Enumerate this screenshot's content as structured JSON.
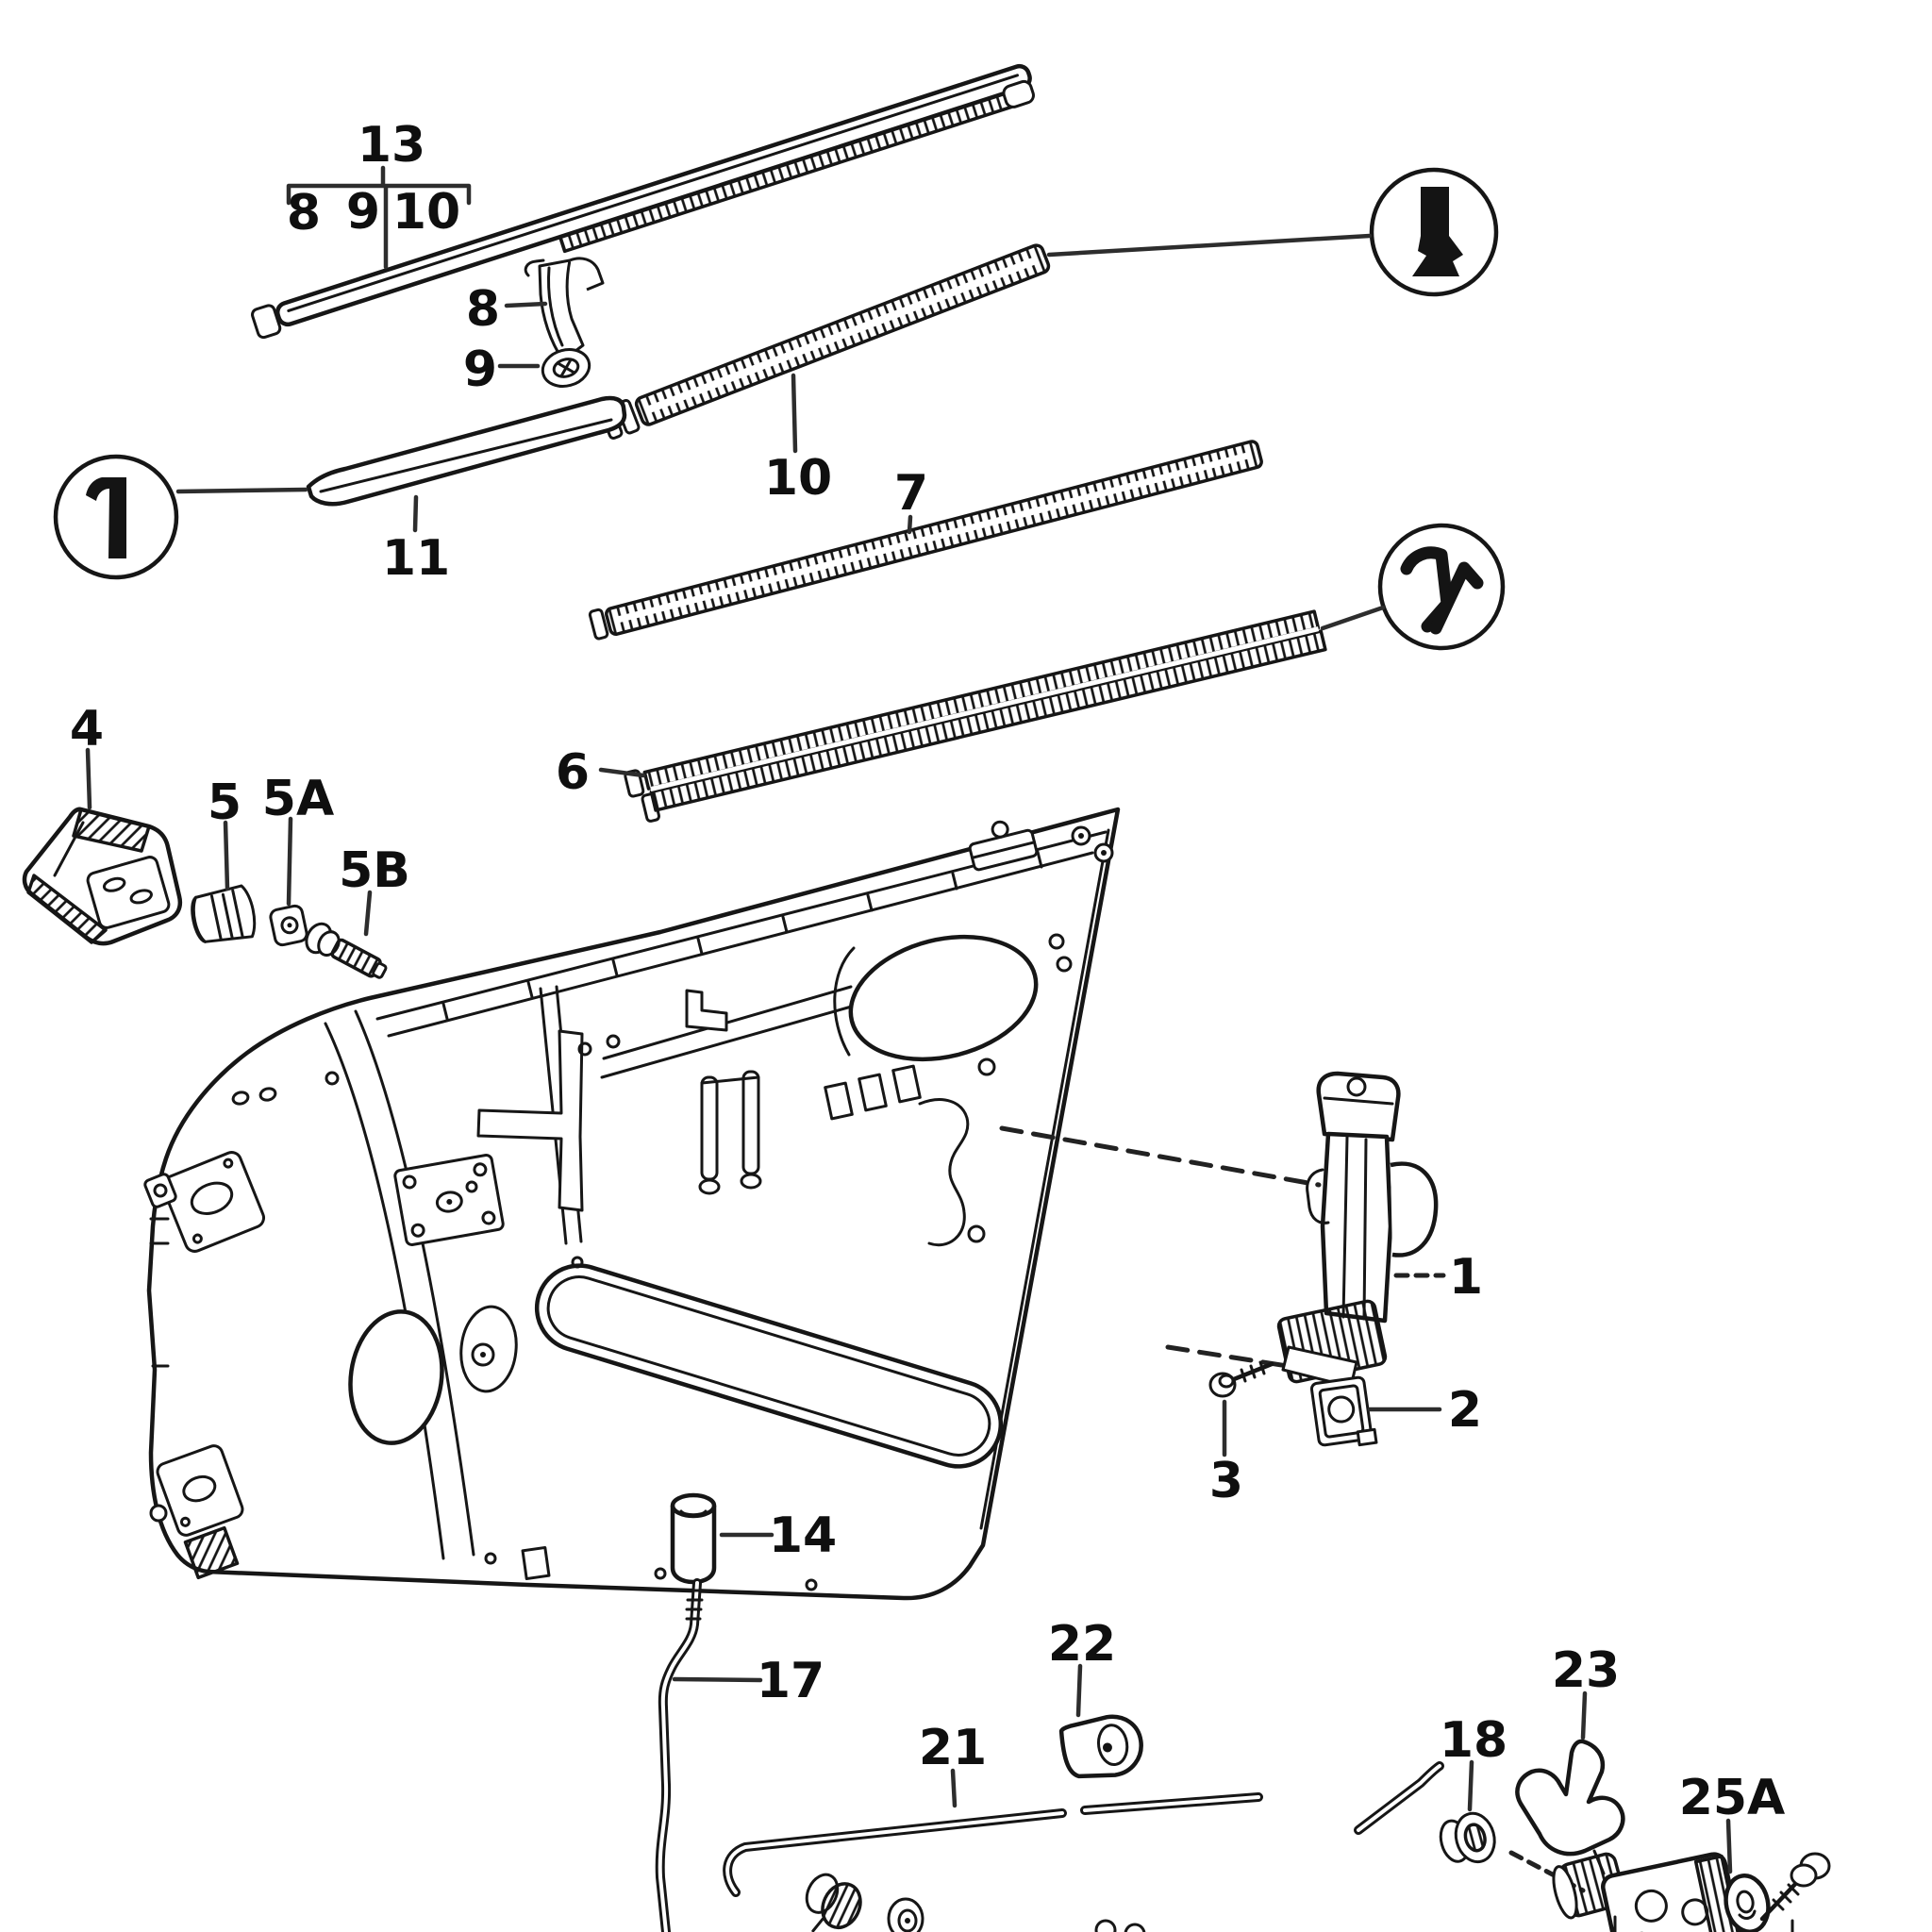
{
  "diagram": {
    "kind": "exploded-parts-line-diagram",
    "subject": "car door assembly with trim strips, inner door panel, door check and lock rods",
    "background_color": "#ffffff",
    "line_color": "#161616",
    "label_color": "#0f0f0f"
  },
  "labels": {
    "n1": "1",
    "n2": "2",
    "n3": "3",
    "n4": "4",
    "n5": "5",
    "n5A": "5A",
    "n5B": "5B",
    "n6": "6",
    "n7": "7",
    "n8_group": "8",
    "n9_group": "9",
    "n10_group": "10",
    "n8": "8",
    "n9": "9",
    "n10": "10",
    "n11": "11",
    "n13": "13",
    "n14": "14",
    "n17": "17",
    "n18": "18",
    "n21": "21",
    "n22": "22",
    "n23": "23",
    "n25A": "25A"
  },
  "symbols": {
    "circle_top_right": "arrow-down-in-circle",
    "circle_left": "arrow-up-in-circle",
    "circle_mid_right": "bent-arrow-v-in-circle"
  },
  "parts_visible": [
    "1",
    "2",
    "3",
    "4",
    "5",
    "5A",
    "5B",
    "6",
    "7",
    "8",
    "9",
    "10",
    "11",
    "13",
    "14",
    "17",
    "18",
    "21",
    "22",
    "23",
    "25A"
  ]
}
